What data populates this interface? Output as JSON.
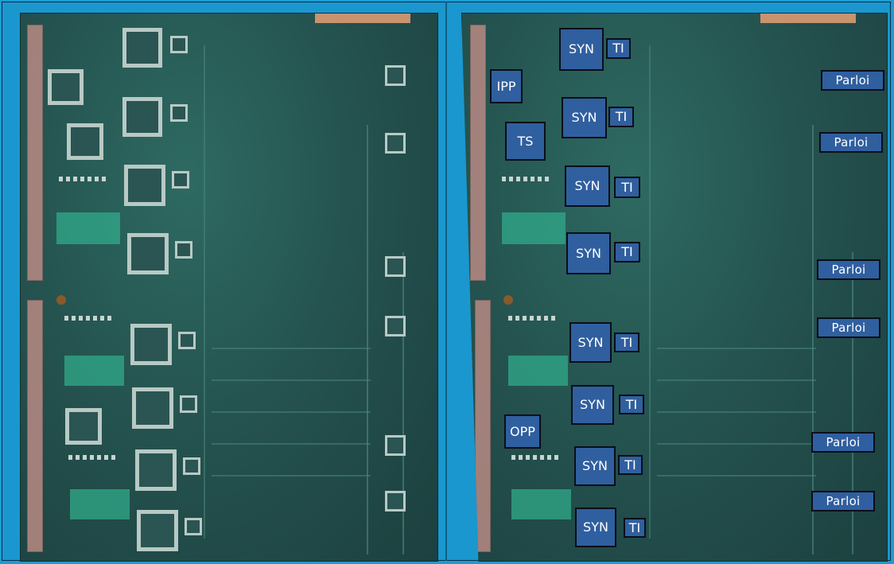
{
  "images": {
    "left": {
      "description": "circuit board photo, unannotated"
    },
    "right": {
      "description": "circuit board photo, annotated"
    }
  },
  "annotations": {
    "ipp": "IPP",
    "ts": "TS",
    "opp": "OPP",
    "syn": [
      "SYN",
      "SYN",
      "SYN",
      "SYN",
      "SYN",
      "SYN",
      "SYN",
      "SYN"
    ],
    "ti": [
      "TI",
      "TI",
      "TI",
      "TI",
      "TI",
      "TI",
      "TI",
      "TI"
    ],
    "parloi": [
      "Parloi",
      "Parloi",
      "Parloi",
      "Parloi",
      "Parloi",
      "Parloi"
    ]
  },
  "colors": {
    "background": "#1d9bd1",
    "label_fill": "#305f9f",
    "label_border": "#0a0f1a",
    "board": "#234f4c"
  }
}
